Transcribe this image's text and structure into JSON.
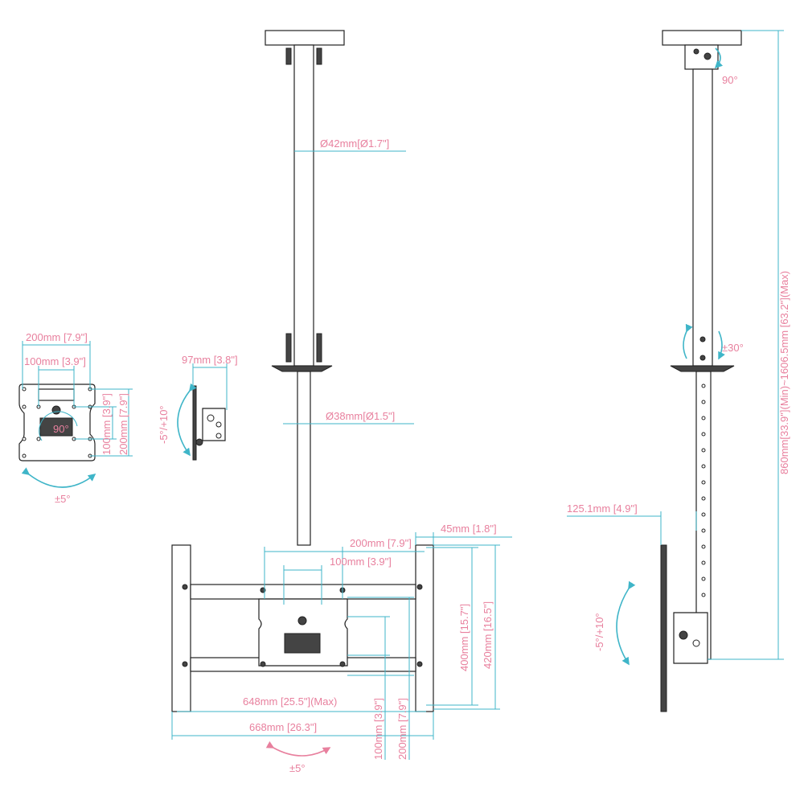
{
  "colors": {
    "dimension_text": "#e8809e",
    "dimension_line": "#3fb5c8",
    "part_outline": "#222222"
  },
  "left_front_view": {
    "width_outer": "200mm [7.9\"]",
    "width_inner": "100mm [3.9\"]",
    "height_inner": "100mm [3.9\"]",
    "height_outer": "200mm [7.9\"]",
    "rotation": "90°",
    "swivel": "±5°"
  },
  "left_side_view": {
    "depth": "97mm [3.8\"]",
    "tilt": "-5°/+10°"
  },
  "center_view": {
    "upper_tube_diameter": "Ø42mm[Ø1.7\"]",
    "lower_tube_diameter": "Ø38mm[Ø1.5\"]",
    "plate_width_outer": "200mm [7.9\"]",
    "plate_width_inner": "100mm [3.9\"]",
    "rail_offset": "45mm [1.8\"]",
    "rail_hole_height": "400mm [15.7\"]",
    "rail_height": "420mm [16.5\"]",
    "hole_span_max": "648mm [25.5\"](Max)",
    "overall_width": "668mm [26.3\"]",
    "plate_height_inner": "100mm [3.9\"]",
    "plate_height_outer": "200mm [7.9\"]",
    "swivel": "±5°"
  },
  "right_view": {
    "ceiling_rotation": "90°",
    "pole_rotation": "±30°",
    "drop_length": "860mm[33.9\"](Min)~1606.5mm [63.2\"](Max)",
    "wall_offset": "125.1mm [4.9\"]",
    "tilt": "-5°/+10°"
  }
}
